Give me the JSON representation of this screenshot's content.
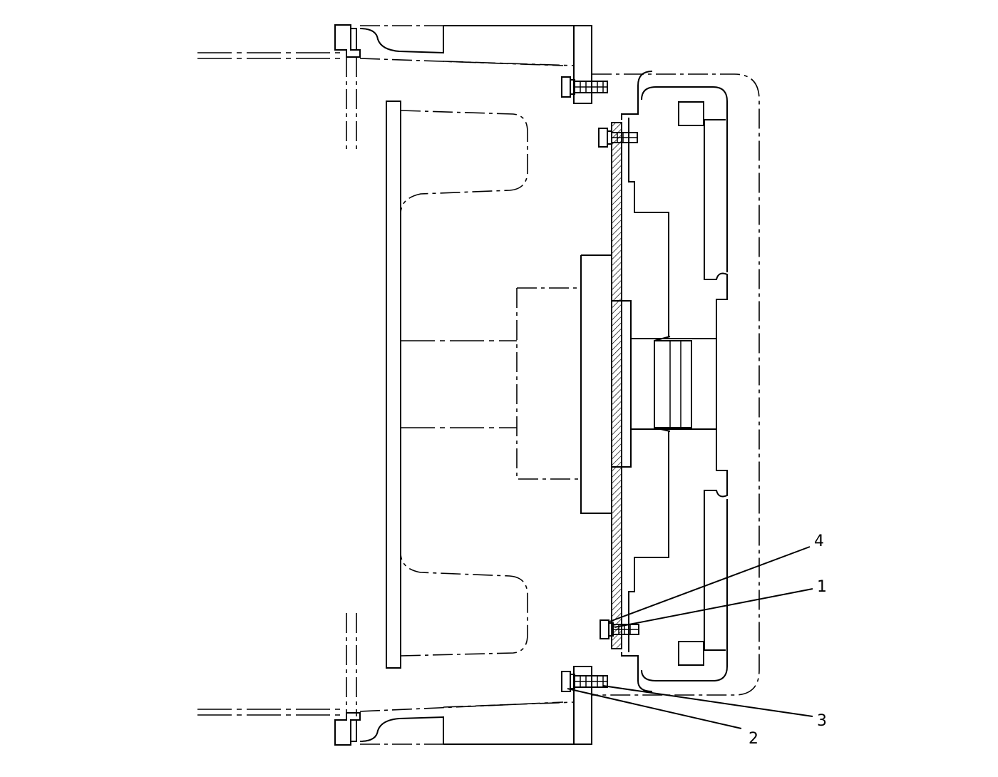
{
  "diagram": {
    "callouts": [
      {
        "id": "1",
        "label": "1"
      },
      {
        "id": "2",
        "label": "2"
      },
      {
        "id": "3",
        "label": "3"
      },
      {
        "id": "4",
        "label": "4"
      }
    ],
    "colors": {
      "line": "#000000",
      "background": "#ffffff",
      "hatch": "#000000"
    }
  }
}
